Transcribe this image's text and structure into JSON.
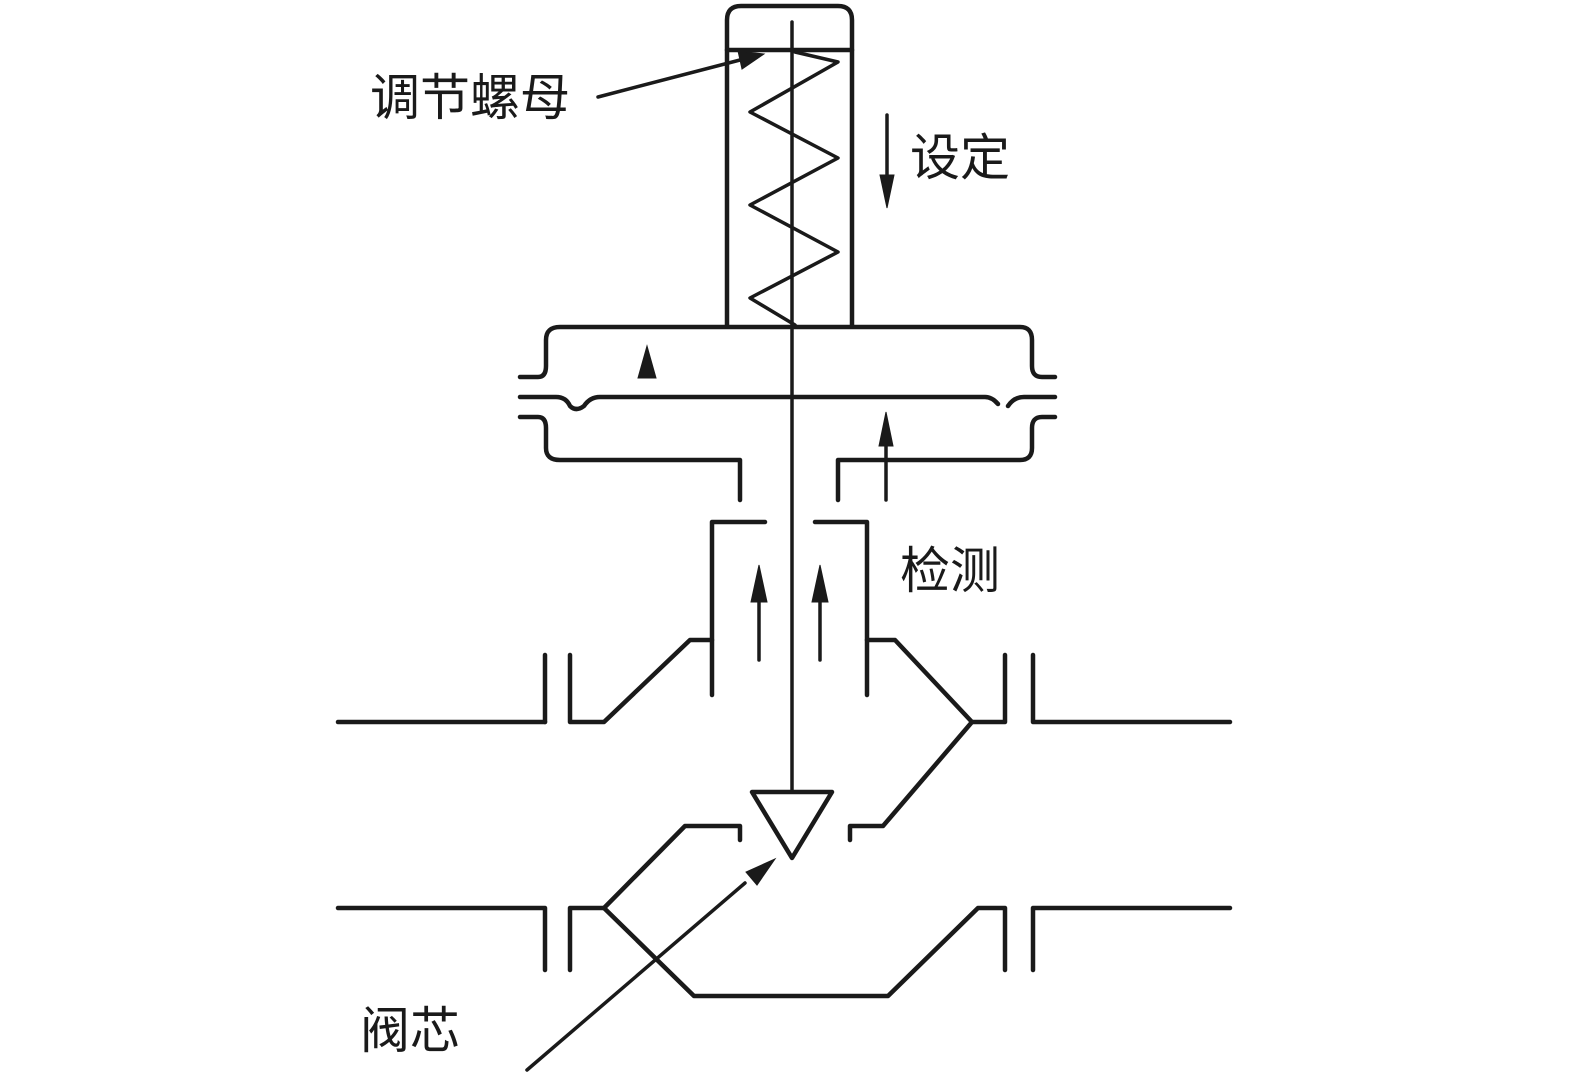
{
  "labels": {
    "adjusting_nut": "调节螺母",
    "setting": "设定",
    "detection": "检测",
    "valve_core": "阀芯"
  },
  "colors": {
    "line": "#1a1a1a",
    "background": "#ffffff"
  }
}
